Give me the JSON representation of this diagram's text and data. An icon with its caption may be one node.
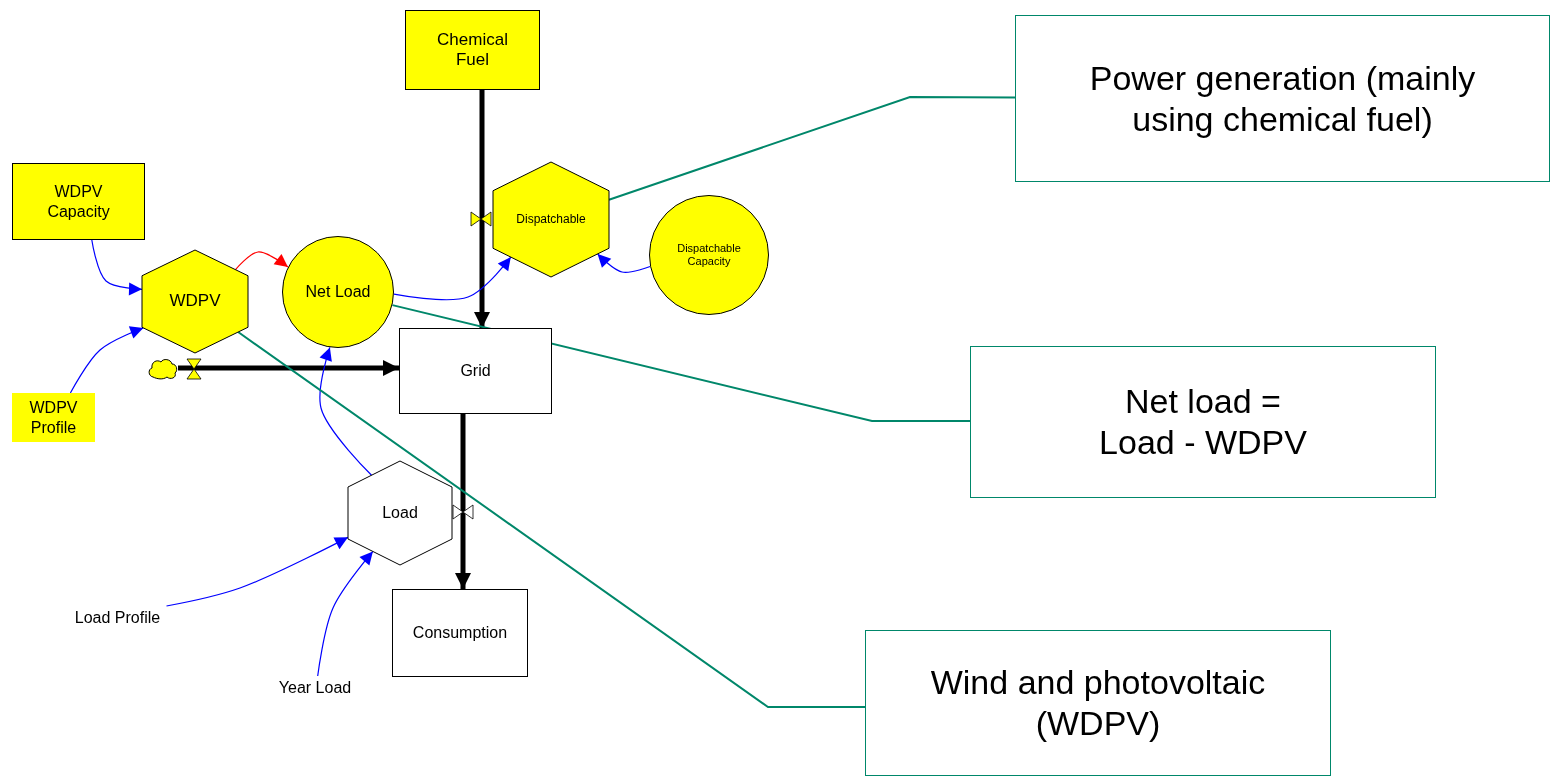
{
  "diagram": {
    "nodes": [
      {
        "text": [
          "Chemical Fuel"
        ]
      },
      {
        "text": [
          "WDPV Capacity"
        ]
      },
      {
        "text": [
          "WDPV"
        ]
      },
      {
        "text": [
          "Net Load"
        ]
      },
      {
        "text": [
          "Dispatchable"
        ]
      },
      {
        "text": [
          "Dispatchable Capacity"
        ]
      },
      {
        "text": [
          "Grid"
        ]
      },
      {
        "text": [
          "WDPV Profile"
        ]
      },
      {
        "text": [
          "Load"
        ]
      },
      {
        "text": [
          "Load Profile"
        ]
      },
      {
        "text": [
          "Year Load"
        ]
      },
      {
        "text": [
          "Consumption"
        ]
      },
      {
        "text": [],
        "shape": "cloud"
      },
      {
        "text": [
          "Power generation (mainly using chemical fuel)"
        ]
      },
      {
        "text": [
          "Net load = Load - WDPV"
        ]
      },
      {
        "text": [
          "Wind and photovoltaic (WDPV)"
        ]
      }
    ],
    "edges": [
      {
        "from": 0,
        "to": 6,
        "arrow": "to",
        "style": "thick",
        "color": "#000000"
      },
      {
        "from": 12,
        "to": 6,
        "arrow": "to",
        "style": "thick",
        "color": "#000000"
      },
      {
        "from": 6,
        "to": 11,
        "arrow": "to",
        "style": "thick",
        "color": "#000000"
      },
      {
        "from": 1,
        "to": 2,
        "arrow": "to"
      },
      {
        "from": 7,
        "to": 2,
        "arrow": "to"
      },
      {
        "from": 2,
        "to": 3,
        "arrow": "to",
        "color": "#ff0000"
      },
      {
        "from": 3,
        "to": 4,
        "arrow": "to"
      },
      {
        "from": 5,
        "to": 4,
        "arrow": "to"
      },
      {
        "from": 8,
        "to": 3,
        "arrow": "to"
      },
      {
        "from": 9,
        "to": 8,
        "arrow": "to"
      },
      {
        "from": 10,
        "to": 8,
        "arrow": "to"
      },
      {
        "from": 13,
        "to": 4,
        "arrow": "none",
        "color": "#00876a"
      },
      {
        "from": 14,
        "to": 3,
        "arrow": "none",
        "color": "#00876a"
      },
      {
        "from": 15,
        "to": 2,
        "arrow": "none",
        "color": "#00876a"
      }
    ]
  }
}
